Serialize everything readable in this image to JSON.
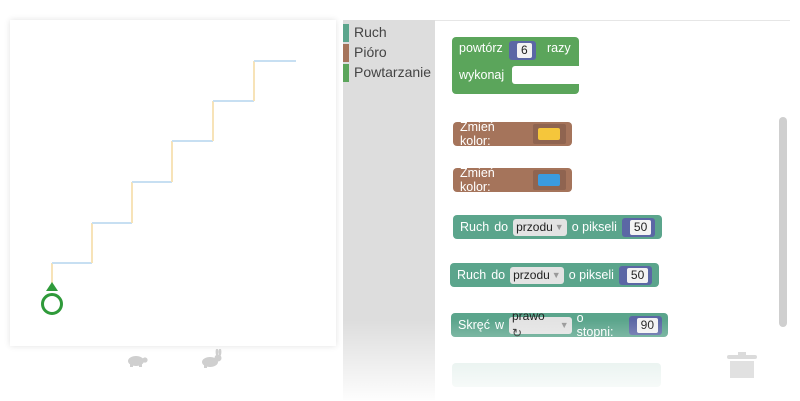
{
  "toolbox": {
    "categories": [
      {
        "label": "Ruch",
        "color": "#5ba58c"
      },
      {
        "label": "Pióro",
        "color": "#a5745b"
      },
      {
        "label": "Powtarzanie",
        "color": "#5ba55b"
      }
    ]
  },
  "loop_block": {
    "label_repeat": "powtórz",
    "count": "6",
    "label_times": "razy",
    "label_do": "wykonaj"
  },
  "color_blocks": [
    {
      "label": "Zmień kolor:",
      "swatch": "#f5c63b"
    },
    {
      "label": "Zmień kolor:",
      "swatch": "#3a9be0"
    }
  ],
  "move_blocks": [
    {
      "label": "Ruch",
      "label_do": "do",
      "direction": "przodu",
      "unit": "o pikseli",
      "value": "50"
    },
    {
      "label": "Ruch",
      "label_do": "do",
      "direction": "przodu",
      "unit": "o pikseli",
      "value": "50"
    }
  ],
  "turn_block": {
    "label": "Skręć",
    "label_in": "w",
    "direction": "prawo ↻",
    "unit": "o stopni:",
    "value": "90"
  },
  "colors": {
    "staircase_yellow": "#f7e3b8",
    "staircase_blue": "#c7dff2",
    "turtle": "#2f9a3a"
  },
  "icons": {
    "slow": "turtle-icon",
    "fast": "rabbit-icon",
    "trash": "trash-icon"
  }
}
